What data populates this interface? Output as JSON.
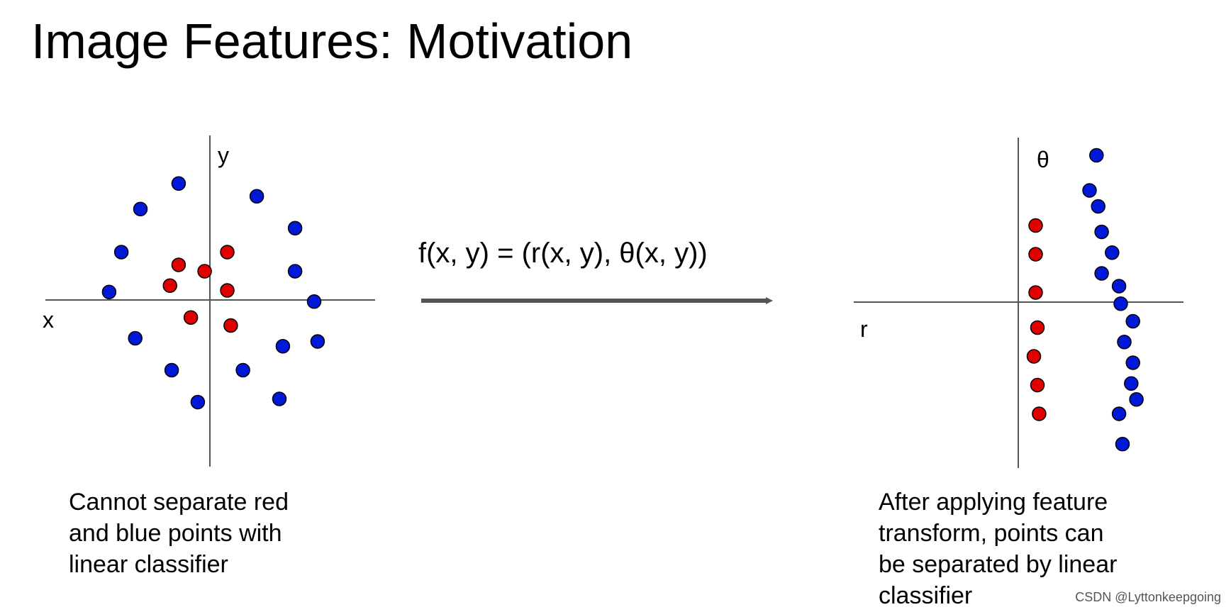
{
  "slide": {
    "title": "Image Features: Motivation",
    "transform_label": "f(x, y) = (r(x, y), θ(x, y))",
    "left_caption": [
      "Cannot separate red",
      "and blue points with",
      "linear classifier"
    ],
    "right_caption": [
      "After applying feature",
      "transform, points can",
      "be separated by linear",
      "classifier"
    ],
    "watermark": "CSDN @Lyttonkeepgoing"
  },
  "colors": {
    "red_point": "#e00000",
    "blue_point": "#0018d8",
    "axis": "#555555",
    "arrow": "#555555"
  },
  "left_plot": {
    "x_axis_label": "x",
    "y_axis_label": "y",
    "x_axis_range": [
      -10,
      10
    ],
    "y_axis_range": [
      -10,
      10
    ],
    "red_points": [
      [
        -1.8,
        2.2
      ],
      [
        -0.3,
        1.8
      ],
      [
        1.0,
        3.0
      ],
      [
        -2.3,
        0.9
      ],
      [
        1.0,
        0.6
      ],
      [
        -1.1,
        -1.1
      ],
      [
        1.2,
        -1.6
      ]
    ],
    "blue_points": [
      [
        -1.8,
        7.3
      ],
      [
        -4.0,
        5.7
      ],
      [
        2.7,
        6.5
      ],
      [
        4.9,
        4.5
      ],
      [
        -5.1,
        3.0
      ],
      [
        4.9,
        1.8
      ],
      [
        -5.8,
        0.5
      ],
      [
        6.0,
        -0.1
      ],
      [
        -4.3,
        -2.4
      ],
      [
        6.2,
        -2.6
      ],
      [
        4.2,
        -2.9
      ],
      [
        -2.2,
        -4.4
      ],
      [
        1.9,
        -4.4
      ],
      [
        -0.7,
        -6.4
      ],
      [
        4.0,
        -6.2
      ]
    ]
  },
  "right_plot": {
    "x_axis_label": "r",
    "y_axis_label": "θ",
    "x_axis_range": [
      -10,
      10
    ],
    "y_axis_range": [
      -10,
      10
    ],
    "red_points": [
      [
        1.0,
        4.8
      ],
      [
        1.0,
        3.0
      ],
      [
        1.0,
        0.6
      ],
      [
        1.1,
        -1.6
      ],
      [
        0.9,
        -3.4
      ],
      [
        1.1,
        -5.2
      ],
      [
        1.2,
        -7.0
      ]
    ],
    "blue_points": [
      [
        4.5,
        9.2
      ],
      [
        4.1,
        7.0
      ],
      [
        4.6,
        6.0
      ],
      [
        4.8,
        4.4
      ],
      [
        5.4,
        3.1
      ],
      [
        4.8,
        1.8
      ],
      [
        5.8,
        1.0
      ],
      [
        5.9,
        -0.1
      ],
      [
        6.6,
        -1.2
      ],
      [
        6.1,
        -2.5
      ],
      [
        6.6,
        -3.8
      ],
      [
        6.5,
        -5.1
      ],
      [
        6.8,
        -6.1
      ],
      [
        5.8,
        -7.0
      ],
      [
        6.0,
        -8.9
      ]
    ]
  }
}
